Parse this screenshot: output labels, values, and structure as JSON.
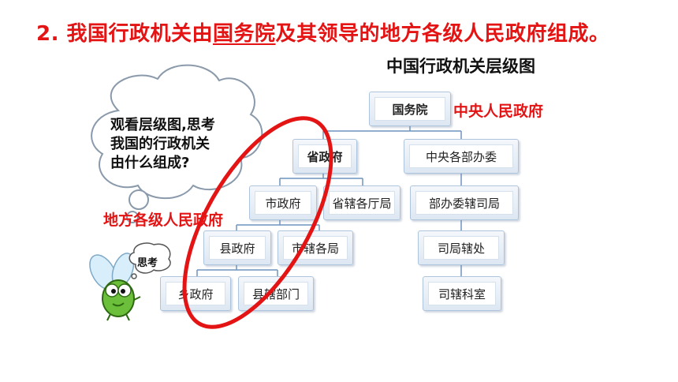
{
  "heading": {
    "prefix": "2. 我国行政机关由",
    "underlined": "国务院",
    "suffix": "及其领导的地方各级人民政府组成。"
  },
  "diagram_title": "中国行政机关层级图",
  "thought_bubble": {
    "lines": [
      "观看层级图,思考",
      "我国的行政机关",
      "由什么组成?"
    ]
  },
  "fly_bubble_text": "思考",
  "labels": {
    "central": "中央人民政府",
    "local": "地方各级人民政府"
  },
  "nodes": {
    "state_council": "国务院",
    "provincial_gov": "省政府",
    "central_ministries": "中央各部办委",
    "city_gov": "市政府",
    "province_depts": "省辖各厅局",
    "ministry_bureaus": "部办委辖司局",
    "county_gov": "县政府",
    "city_bureaus": "市辖各局",
    "bureau_divisions": "司局辖处",
    "township_gov": "乡政府",
    "county_depts": "县辖部门",
    "division_sections": "司辖科室"
  },
  "colors": {
    "accent_red": "#e41414",
    "box_border": "#aec4dc",
    "connector": "#6f93bf",
    "fly_green": "#6cbf3a"
  },
  "icons": [
    "cloud-thought-bubble",
    "cartoon-fly-icon"
  ]
}
